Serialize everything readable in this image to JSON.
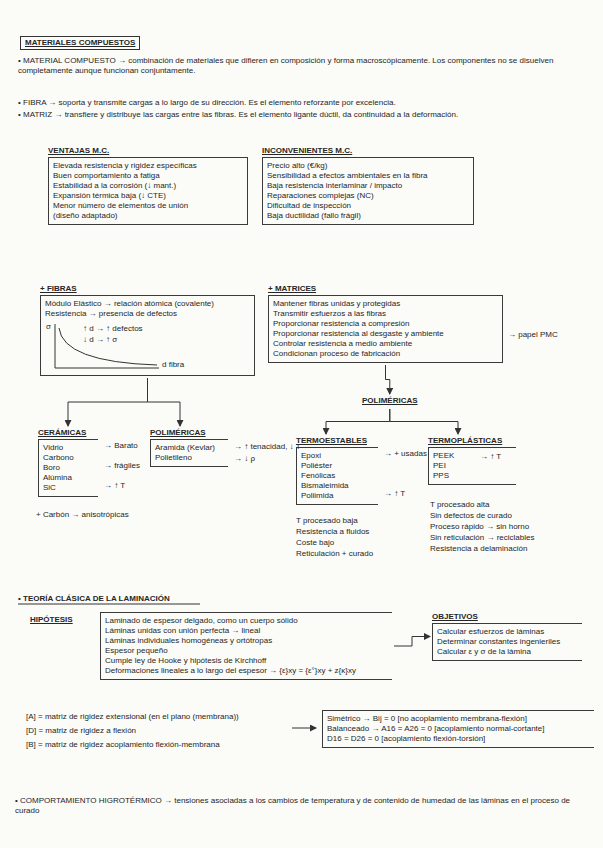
{
  "diagram": {
    "title": "MATERIALES COMPUESTOS",
    "nodes": [
      {
        "text": [
          "VENTAJAS M.C.",
          "Elevada resistencia y rigidez específicas",
          "Buen comportamiento a fatiga",
          "Estabilidad a la corrosión (↓ mant.)",
          "Expansión térmica baja (↓ CTE)",
          "Menor número de elementos de unión",
          "(diseño adaptado)"
        ]
      },
      {
        "text": [
          "INCONVENIENTES M.C.",
          "Precio alto (€/kg)",
          "Sensibilidad a efectos ambientales en la fibra",
          "Baja resistencia interlaminar / impacto",
          "Reparaciones complejas (NC)",
          "Dificultad de inspección",
          "Baja ductilidad (fallo frágil)"
        ]
      },
      {
        "text": [
          "+ FIBRAS",
          "Módulo Elástico → relación atómica (covalente)",
          "Resistencia → presencia de defectos"
        ]
      },
      {
        "text": [
          "+ MATRICES",
          "Mantener fibras unidas y protegidas",
          "Transmitir esfuerzos a las fibras",
          "Proporcionar resistencia a compresión",
          "Proporcionar resistencia al desgaste y ambiente",
          "Controlar resistencia a medio ambiente",
          "Condicionan proceso de fabricación"
        ]
      },
      {
        "text": [
          "CERÁMICAS",
          "Vidrio",
          "Carbono",
          "Boro",
          "Alúmina",
          "SiC"
        ]
      },
      {
        "text": [
          "POLIMÉRICAS",
          "Aramida (Kevlar)",
          "Polietileno"
        ]
      },
      {
        "text": [
          "POLIMÉRICAS"
        ]
      },
      {
        "text": [
          "TERMOESTABLES",
          "Epoxi",
          "Poliéster",
          "Fenólicas",
          "Bismaleimida",
          "Poliimida"
        ]
      },
      {
        "text": [
          "TERMOPLÁSTICAS",
          "PEEK",
          "PEI",
          "PPS"
        ]
      },
      {
        "text": [
          "HIPÓTESIS",
          "Laminado de espesor delgado, como un cuerpo sólido",
          "Láminas unidas con unión perfecta → lineal",
          "Láminas individuales homogéneas y ortótropas",
          "Espesor pequeño",
          "Cumple ley de Hooke y hipótesis de Kirchhoff",
          "Deformaciones lineales a lo largo del espesor → {ε}xy = {ε°}xy + z{κ}xy"
        ]
      },
      {
        "text": [
          "OBJETIVOS",
          "Calcular esfuerzos de láminas",
          "Determinar constantes ingenieriles",
          "Calcular ε y σ de la lámina"
        ]
      },
      {
        "text": [
          "Simétrico → Bij = 0 [no acoplamiento membrana-flexión]",
          "Balanceado → A16 = A26 = 0 [acoplamiento normal-cortante]",
          "D16 = D26 = 0 [acoplamiento flexión-torsión]"
        ]
      }
    ],
    "edges": [
      {
        "from": 2,
        "to": 4,
        "arrow": "to"
      },
      {
        "from": 2,
        "to": 5,
        "arrow": "to"
      },
      {
        "from": 3,
        "to": 6,
        "arrow": "to"
      },
      {
        "from": 6,
        "to": 7,
        "arrow": "to"
      },
      {
        "from": 6,
        "to": 8,
        "arrow": "to"
      },
      {
        "from": 9,
        "to": 10,
        "arrow": "to"
      }
    ],
    "labels": [
      "• MATERIAL COMPUESTO → combinación de materiales que difieren en composición y forma macroscópicamente. Los componentes no se disuelven completamente aunque funcionan conjuntamente.",
      "• FIBRA → soporta y transmite cargas a lo largo de su dirección. Es el elemento reforzante por excelencia.",
      "• MATRIZ → transfiere y distribuye las cargas entre las fibras. Es el elemento ligante dúctil, da continuidad a la deformación.",
      "σ",
      "↑ d → ↑ defectos",
      "↓ d → ↑ σ",
      "d fibra",
      "→ papel PMC",
      "→ Barato",
      "→ frágiles",
      "→ ↑ T",
      "+ Carbón → anisotrópicas",
      "→ ↑ tenacidad, ↓ T",
      "→ ↓ ρ",
      "→ + usadas",
      "→ ↑ T",
      "T procesado baja",
      "Resistencia a fluidos",
      "Coste bajo",
      "Reticulación + curado",
      "→ ↑ T",
      "T procesado alta",
      "Sin defectos de curado",
      "Proceso rápido → sin horno",
      "Sin reticulación → reciclables",
      "Resistencia a delaminación",
      "• TEORÍA CLÁSICA DE LA LAMINACIÓN",
      "[A] = matriz de rigidez extensional (en el plano (membrana))",
      "[D] = matriz de rigidez a flexión",
      "[B] = matriz de rigidez acoplamiento flexión-membrana",
      "• COMPORTAMIENTO HIGROTÉRMICO → tensiones asociadas a los cambios de temperatura y de contenido de humedad de las láminas en el proceso de curado"
    ]
  }
}
